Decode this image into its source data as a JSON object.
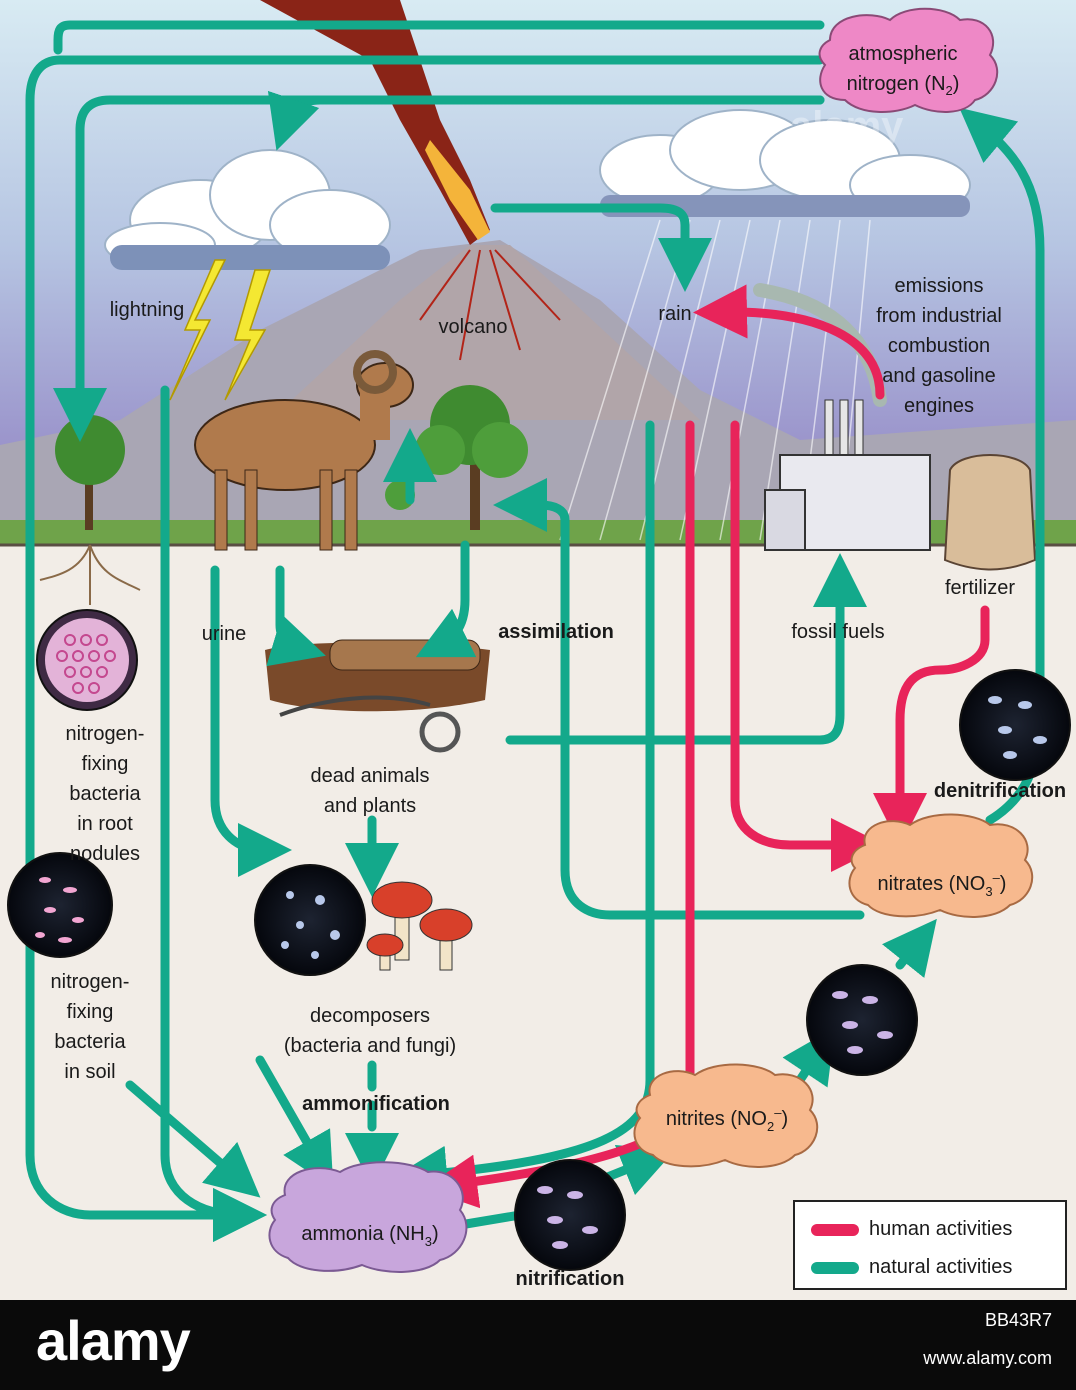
{
  "labels": {
    "atmospheric_line1": "atmospheric",
    "atmospheric_line2": "nitrogen (N",
    "atmospheric_sub": "2",
    "atmospheric_close": ")",
    "lightning": "lightning",
    "volcano": "volcano",
    "rain": "rain",
    "emissions": [
      "emissions",
      "from industrial",
      "combustion",
      "and gasoline",
      "engines"
    ],
    "fertilizer": "fertilizer",
    "fossil_fuels": "fossil fuels",
    "urine": "urine",
    "assimilation": "assimilation",
    "dead": [
      "dead animals",
      "and plants"
    ],
    "root_bacteria": [
      "nitrogen-",
      "fixing",
      "bacteria",
      "in root",
      "nodules"
    ],
    "soil_bacteria": [
      "nitrogen-",
      "fixing",
      "bacteria",
      "in soil"
    ],
    "decomposers": [
      "decomposers",
      "(bacteria and fungi)"
    ],
    "ammonification": "ammonification",
    "denitrification": "denitrification",
    "nitrification": "nitrification",
    "nitrates": "nitrates (NO",
    "nitrates_sub": "3",
    "nitrates_sup": "–",
    "nitrates_close": ")",
    "nitrites": "nitrites (NO",
    "nitrites_sub": "2",
    "nitrites_sup": "–",
    "nitrites_close": ")",
    "ammonia": "ammonia (NH",
    "ammonia_sub": "3",
    "ammonia_close": ")"
  },
  "legend": {
    "human": "human activities",
    "natural": "natural activities"
  },
  "colors": {
    "human": "#e8245a",
    "natural": "#13a98b",
    "atmospheric": "#ee88c6",
    "ammonia": "#c8a6dc",
    "nitrates": "#f7b98e",
    "sky_top": "#cfe3ef",
    "sky_bottom": "#9a86c6",
    "ground": "#efe9e2"
  },
  "watermark": "alamy",
  "footer": {
    "logo": "alamy",
    "code": "BB43R7",
    "url": "www.alamy.com"
  }
}
